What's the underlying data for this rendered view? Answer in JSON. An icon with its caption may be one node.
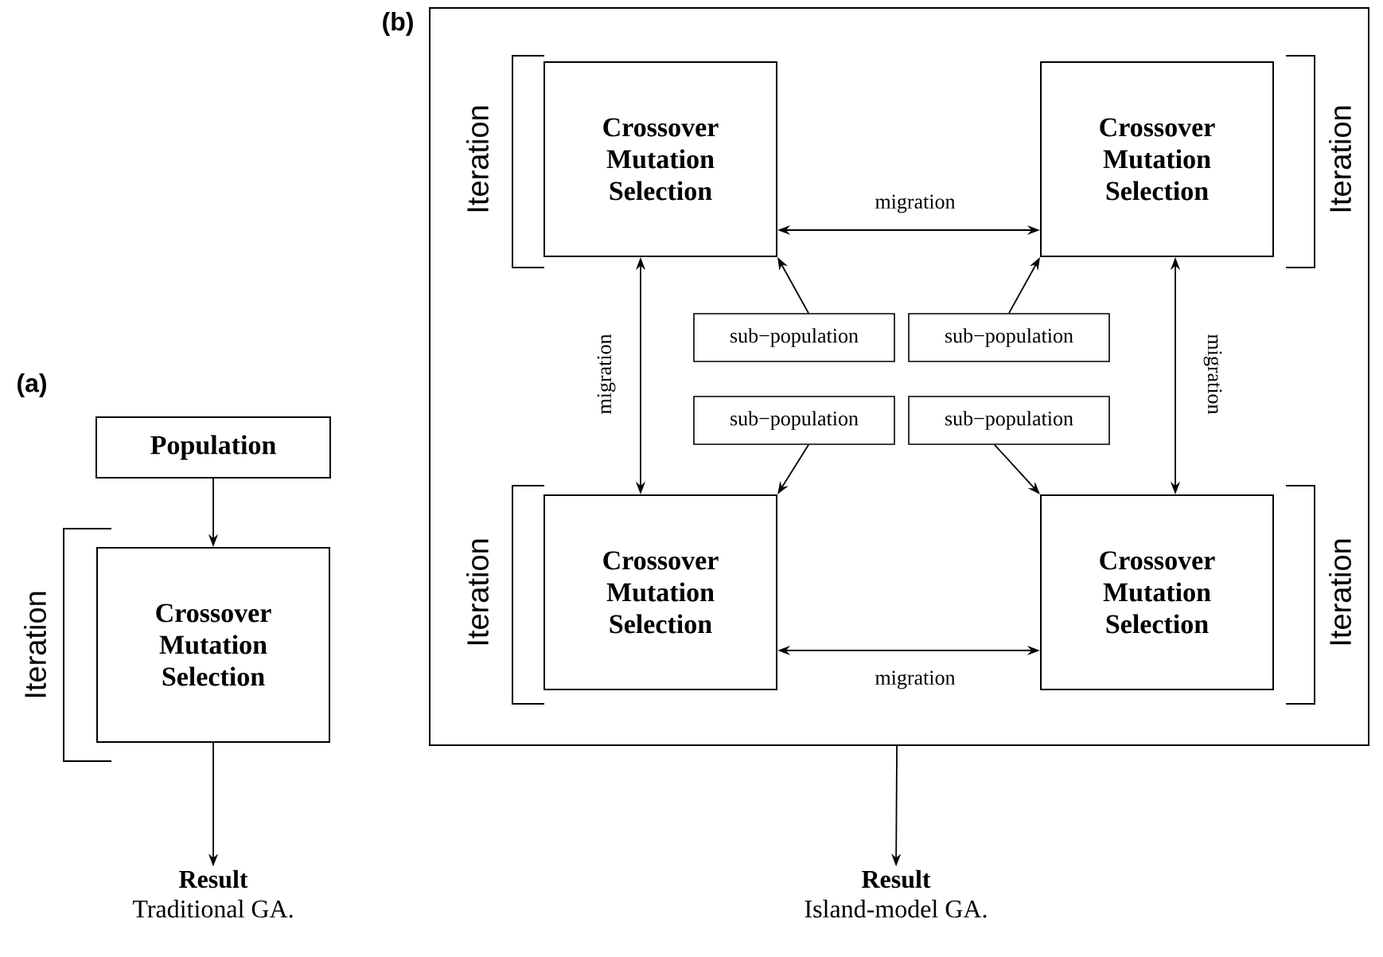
{
  "diagram": {
    "nodes": [
      {
        "text": [
          "Population"
        ]
      },
      {
        "text": [
          "Crossover Mutation Selection"
        ]
      },
      {
        "text": [
          "Result"
        ],
        "beside": [
          "Traditional GA."
        ]
      },
      {
        "text": [],
        "shape": "box"
      },
      {
        "text": [
          "Crossover Mutation Selection"
        ],
        "in": 3
      },
      {
        "text": [
          "Crossover Mutation Selection"
        ],
        "in": 3
      },
      {
        "text": [
          "Crossover Mutation Selection"
        ],
        "in": 3
      },
      {
        "text": [
          "Crossover Mutation Selection"
        ],
        "in": 3
      },
      {
        "text": [
          "sub−population"
        ],
        "in": 3
      },
      {
        "text": [
          "sub−population"
        ],
        "in": 3
      },
      {
        "text": [
          "sub−population"
        ],
        "in": 3
      },
      {
        "text": [
          "sub−population"
        ],
        "in": 3
      },
      {
        "text": [
          "Result"
        ],
        "beside": [
          "Island-model GA."
        ]
      }
    ],
    "edges": [
      {
        "from": 0,
        "to": 1,
        "arrow": "to"
      },
      {
        "from": 1,
        "to": 2,
        "arrow": "to"
      },
      {
        "from": 3,
        "to": 12,
        "arrow": "to"
      },
      {
        "from": 4,
        "to": 5,
        "arrow": "both",
        "label": "migration"
      },
      {
        "from": 4,
        "to": 6,
        "arrow": "both",
        "label": "migration"
      },
      {
        "from": 5,
        "to": 7,
        "arrow": "both",
        "label": "migration"
      },
      {
        "from": 6,
        "to": 7,
        "arrow": "both",
        "label": "migration"
      },
      {
        "from": 8,
        "to": 4,
        "arrow": "to"
      },
      {
        "from": 9,
        "to": 5,
        "arrow": "to"
      },
      {
        "from": 10,
        "to": 6,
        "arrow": "to"
      },
      {
        "from": 11,
        "to": 7,
        "arrow": "to"
      }
    ],
    "labels": [
      "(a)",
      "Iteration",
      "(b)",
      "Iteration",
      "Iteration",
      "Iteration",
      "Iteration"
    ]
  }
}
